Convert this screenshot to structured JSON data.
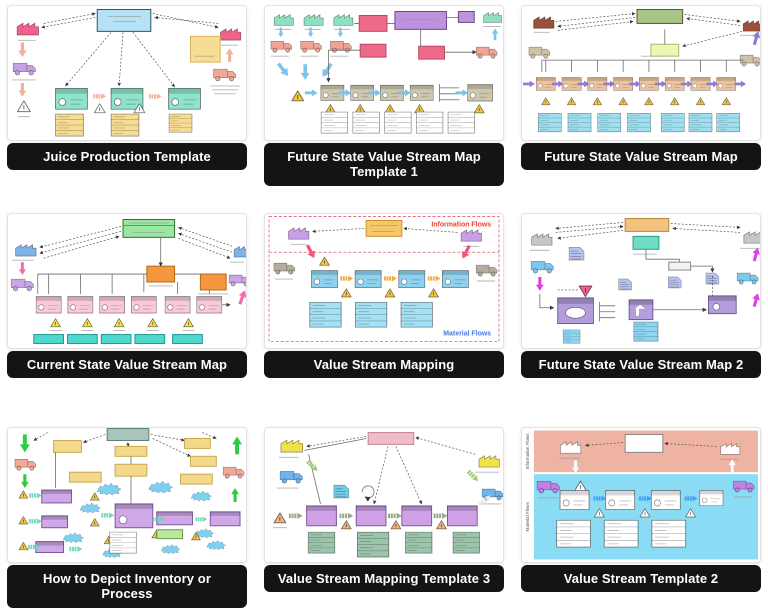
{
  "page": {
    "background": "#ffffff"
  },
  "cards": [
    {
      "title": "Juice Production Template"
    },
    {
      "title": "Future State Value Stream Map Template 1"
    },
    {
      "title": "Future State Value Stream Map"
    },
    {
      "title": "Current State Value Stream Map"
    },
    {
      "title": "Value Stream Mapping"
    },
    {
      "title": "Future State Value Stream Map 2"
    },
    {
      "title": "How to Depict Inventory or Process"
    },
    {
      "title": "Value Stream Mapping Template 3"
    },
    {
      "title": "Value Stream Template 2"
    }
  ],
  "labels": {
    "information_flows": "Information Flows",
    "material_flows": "Material Flows"
  },
  "colors": {
    "title_bar": "#141414",
    "title_text": "#ffffff",
    "information_flows_label": "#e8452e",
    "material_flows_label": "#4a78e0"
  }
}
